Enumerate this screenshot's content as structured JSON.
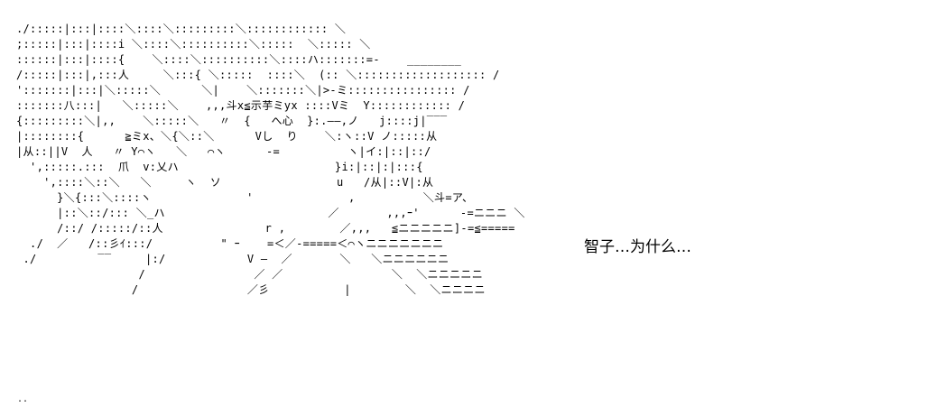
{
  "ascii_art": {
    "lines": [
      "./:::::|:::|::::＼::::＼:::::::::＼:::::::::::: ＼",
      ";:::::|:::|::::i ＼::::＼::::::::::＼:::::  ＼::::: ＼",
      "::::::|:::|::::{    ＼::::＼::::::::::＼::::ハ:::::::=-    ________",
      "/:::::|:::|,:::人     ＼:::{ ＼:::::  ::::＼  (:: ＼::::::::::::::::::: /",
      "':::::::|:::|＼:::::＼      ＼|    ＼:::::::＼|>-ミ:::::::::::::::: /",
      ":::::::八:::|   ＼:::::＼    ,,,斗x≦示芋ミyx ::::Vミ  Y:::::::::::: /",
      "{:::::::::＼|,,    ＼:::::＼   〃  {   へ心  }:.――,ノ   j::::j|‾‾‾",
      "|::::::::{      ≧ミx、＼{＼::＼      Vし  り    ＼:ヽ::V ノ:::::从",
      "|从::||V  人   〃 Y⌒ヽ   ＼   ⌒ヽ      -=          ヽ|イ:|::|::/",
      "  ',:::::.:::  爪  v:乂ハ                       }i:|::|:|:::{",
      "    ',::::＼::＼   ＼     ヽ  ソ                 u   /从|::V|:从",
      "      }＼{:::＼::::ヽ              '              ,          ＼斗=ア、",
      "      |::＼::/::: ＼_ハ                        ／       ,,,ｰ'      -=ニニニ ＼",
      "      /::/ /:::::/::人               r ,        ／,,,   ≦ニニニニニ]-=≦=====",
      "  ./  ／   /::彡ｲ:::/          \" ｰ    =＜／-=====＜⌒ヽニニニニニニニ",
      " ./         ‾‾     |:/            V ―  ／       ＼   ＼ニニニニニニ",
      "                  /                ／ ／                ＼  ＼ニニニニニ",
      "                 /                ／彡           |        ＼  ＼ニニニニ"
    ]
  },
  "caption": {
    "text": "智子…为什么…"
  },
  "corner_mark": {
    "text": ".."
  }
}
